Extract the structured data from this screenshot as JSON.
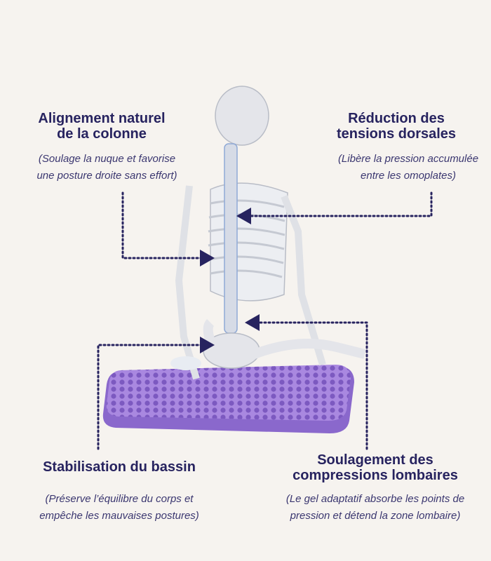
{
  "callouts": [
    {
      "title_1": "Alignement naturel",
      "title_2": "de la colonne",
      "desc_1": "(Soulage la nuque et favorise",
      "desc_2": "une posture droite sans effort)"
    },
    {
      "title_1": "Réduction des",
      "title_2": "tensions dorsales",
      "desc_1": "(Libère la pression accumulée",
      "desc_2": "entre les omoplates)"
    },
    {
      "title_1": "Stabilisation du bassin",
      "desc_1": "(Préserve l’équilibre du corps et",
      "desc_2": "empêche les mauvaises postures)"
    },
    {
      "title_1": "Soulagement des",
      "title_2": "compressions lombaires",
      "desc_1": "(Le gel adaptatif absorbe les points de",
      "desc_2": "pression et détend la zone lombaire)"
    }
  ],
  "colors": {
    "background": "#f6f3ef",
    "text": "#27235f",
    "cushion": "#9a79d6",
    "leader": "#27235f"
  }
}
